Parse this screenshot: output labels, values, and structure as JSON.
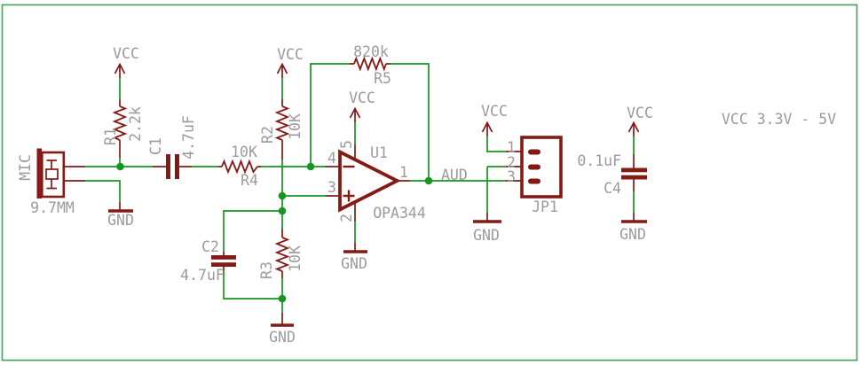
{
  "note": {
    "supply_range": "VCC 3.3V - 5V"
  },
  "power": {
    "vcc_label": "VCC",
    "gnd_label": "GND"
  },
  "net_labels": {
    "aud": "AUD"
  },
  "components": {
    "mic": {
      "ref": "MIC",
      "value": "9.7MM"
    },
    "r1": {
      "ref": "R1",
      "value": "2.2k"
    },
    "r2": {
      "ref": "R2",
      "value": "10K"
    },
    "r3": {
      "ref": "R3",
      "value": "10K"
    },
    "r4": {
      "ref": "R4",
      "value": "10K"
    },
    "r5": {
      "ref": "R5",
      "value": "820k"
    },
    "c1": {
      "ref": "C1",
      "value": "4.7uF"
    },
    "c2": {
      "ref": "C2",
      "value": "4.7uF"
    },
    "c4": {
      "ref": "C4",
      "value": "0.1uF"
    },
    "u1": {
      "ref": "U1",
      "part": "OPA344",
      "pin_out": "1",
      "pin_vneg": "2",
      "pin_inpos": "3",
      "pin_inneg": "4",
      "pin_vpos": "5"
    },
    "jp1": {
      "ref": "JP1",
      "pin1": "1",
      "pin2": "2",
      "pin3": "3"
    }
  },
  "colors": {
    "symbol_maroon": "#841A16",
    "net_green": "#149620",
    "label_gray": "#9B9B9B",
    "frame_green": "#4FA562",
    "background": "#FFFFFF"
  }
}
